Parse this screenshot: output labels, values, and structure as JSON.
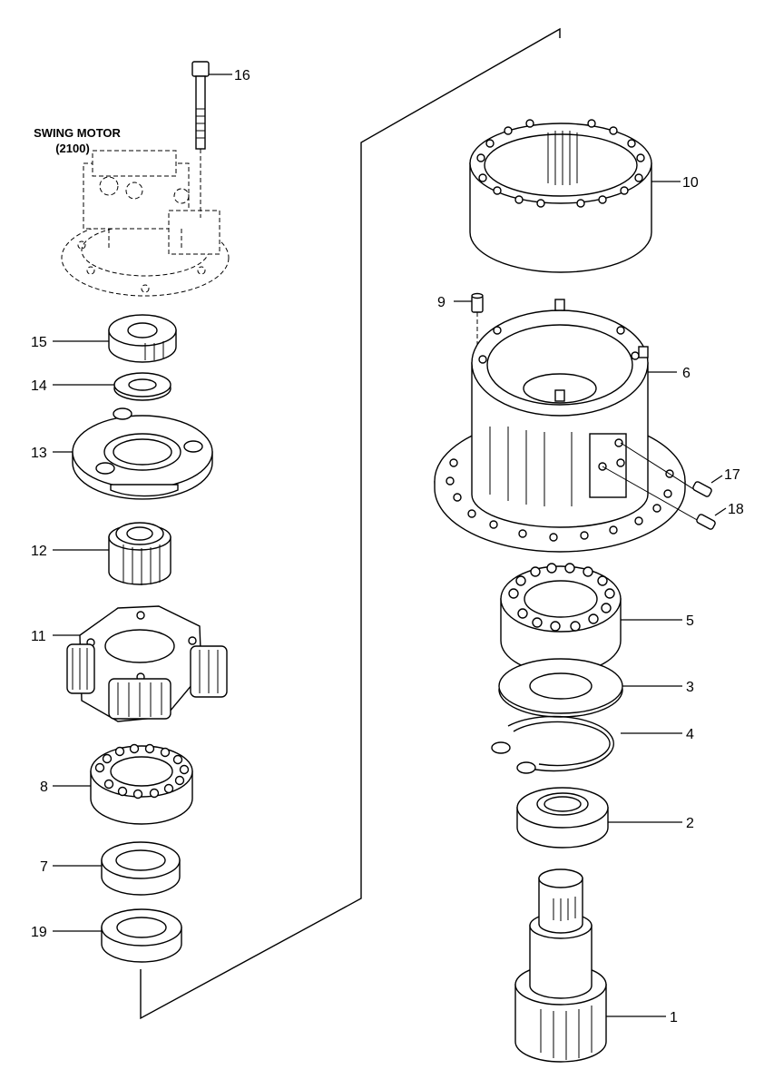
{
  "title": "SWING MOTOR",
  "subtitle": "(2100)",
  "callouts": {
    "c1": "1",
    "c2": "2",
    "c3": "3",
    "c4": "4",
    "c5": "5",
    "c6": "6",
    "c7": "7",
    "c8": "8",
    "c9": "9",
    "c10": "10",
    "c11": "11",
    "c12": "12",
    "c13": "13",
    "c14": "14",
    "c15": "15",
    "c16": "16",
    "c17": "17",
    "c18": "18",
    "c19": "19"
  }
}
